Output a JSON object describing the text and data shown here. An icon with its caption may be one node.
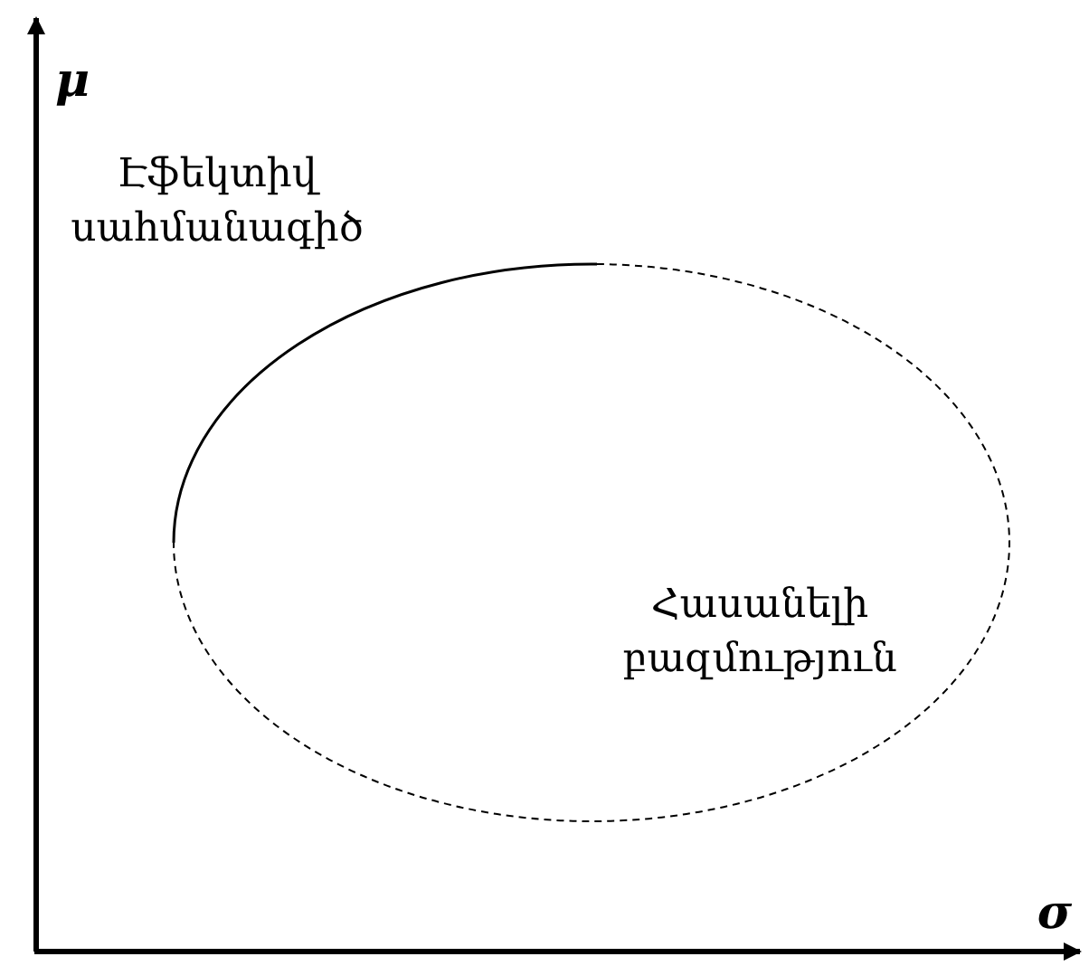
{
  "diagram": {
    "labels": [
      "μ",
      "Էֆեկտիվ սահմանագիծ",
      "Հասանելի բազմություն",
      "σ"
    ]
  }
}
